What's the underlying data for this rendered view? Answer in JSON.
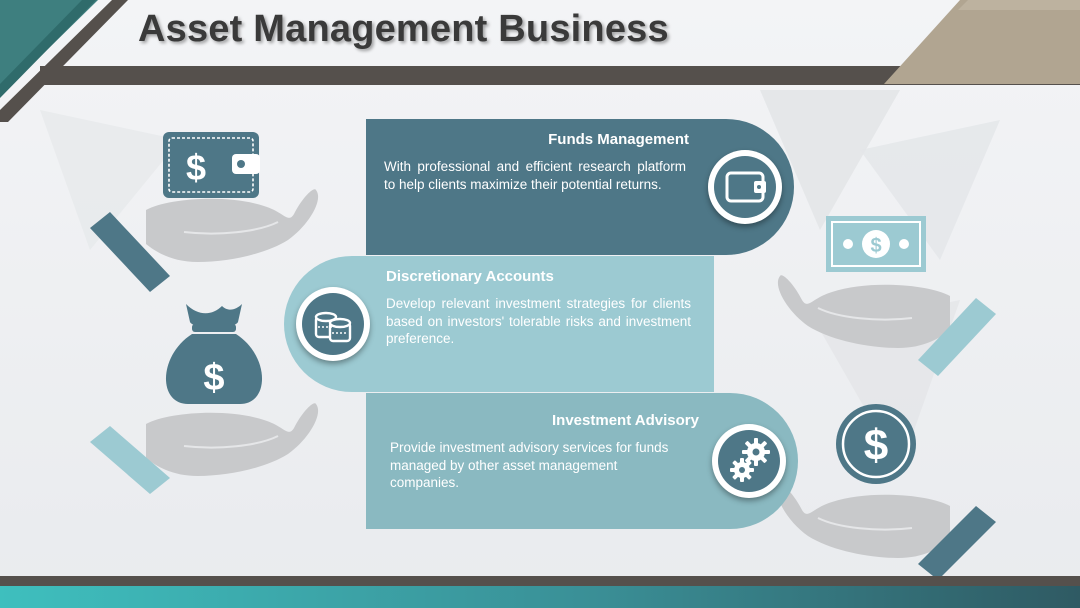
{
  "title": "Asset Management Business",
  "colors": {
    "dark_teal": "#4e7787",
    "light_teal": "#9ccad2",
    "mid_teal": "#8ab9c1",
    "hand_grey": "#c8c9cb",
    "bar_dark": "#55504c",
    "accent_tan": "#b1a591",
    "footer_teal": "#3ebfbe"
  },
  "sections": [
    {
      "heading": "Funds Management",
      "text": "With professional and efficient research platform to help clients maximize their potential returns.",
      "icon": "wallet-icon"
    },
    {
      "heading": "Discretionary Accounts",
      "text": "Develop relevant investment strategies for clients based on investors' tolerable risks and investment preference.",
      "icon": "coins-icon"
    },
    {
      "heading": "Investment Advisory",
      "text": "Provide investment advisory services for funds managed by other asset management companies.",
      "icon": "gears-icon"
    }
  ],
  "decorations": {
    "dollar_sign": "$",
    "left_top": "wallet-in-hand-icon",
    "left_bottom": "money-bag-in-hand-icon",
    "right_top": "banknote-in-hand-icon",
    "right_bottom": "dollar-coin-in-hand-icon"
  }
}
